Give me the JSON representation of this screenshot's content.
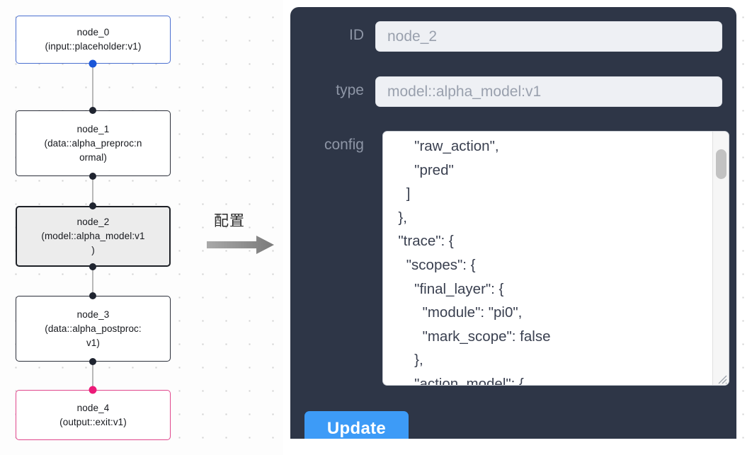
{
  "canvas": {
    "nodes": [
      {
        "id": "node_0",
        "label": "node_0\n(input::placeholder:v1)",
        "kind": "input"
      },
      {
        "id": "node_1",
        "label": "node_1\n(data::alpha_preproc:n\normal)",
        "kind": "default"
      },
      {
        "id": "node_2",
        "label": "node_2\n(model::alpha_model:v1\n)",
        "kind": "selected"
      },
      {
        "id": "node_3",
        "label": "node_3\n(data::alpha_postproc:\nv1)",
        "kind": "default"
      },
      {
        "id": "node_4",
        "label": "node_4\n(output::exit:v1)",
        "kind": "output"
      }
    ],
    "colors": {
      "input_border": "#4a6fd0",
      "output_border": "#e0468c",
      "default_border": "#2b2f3a",
      "selected_fill": "#ececec",
      "edge": "#b8b8b8",
      "port_blue": "#1a56d8",
      "port_pink": "#ec1a78",
      "port_dark": "#1f2430"
    }
  },
  "transition": {
    "label": "配置",
    "arrow_icon": "arrow-right-icon"
  },
  "inspector": {
    "background_color": "#2e3647",
    "fields": [
      {
        "name": "id",
        "label": "ID",
        "value": "node_2"
      },
      {
        "name": "type",
        "label": "type",
        "value": "model::alpha_model:v1"
      },
      {
        "name": "config",
        "label": "config",
        "value": ""
      }
    ],
    "config_label": "config",
    "config_text": "      \"raw_action\",\n      \"pred\"\n    ]\n  },\n  \"trace\": {\n    \"scopes\": {\n      \"final_layer\": {\n        \"module\": \"pi0\",\n        \"mark_scope\": false\n      },\n      \"action_model\": {",
    "scrollbar": {
      "name": "config-scrollbar",
      "thumb_color": "#c2c2c2"
    },
    "update_button": {
      "label": "Update",
      "color": "#3d9bf7"
    }
  }
}
